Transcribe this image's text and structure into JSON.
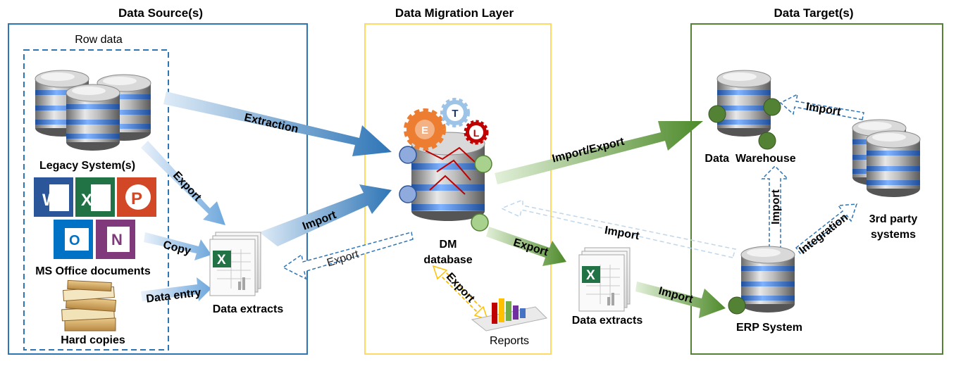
{
  "sections": {
    "source": "Data Source(s)",
    "migration": "Data Migration Layer",
    "target": "Data Target(s)"
  },
  "source": {
    "raw_group": "Row data",
    "legacy": "Legacy System(s)",
    "office": "MS Office documents",
    "hard_copies": "Hard copies",
    "extracts": "Data extracts",
    "office_icons": [
      "W",
      "X",
      "P",
      "O",
      "N"
    ]
  },
  "migration": {
    "db_line1": "DM",
    "db_line2": "database",
    "reports": "Reports",
    "etl": [
      "E",
      "T",
      "L"
    ]
  },
  "target": {
    "warehouse": "Data  Warehouse",
    "third_party_line1": "3rd party",
    "third_party_line2": "systems",
    "erp": "ERP System",
    "extracts": "Data extracts"
  },
  "arrows": {
    "extraction": "Extraction",
    "export_legacy": "Export",
    "import_dm": "Import",
    "copy": "Copy",
    "data_entry": "Data entry",
    "export_back": "Export",
    "export_reports": "Export",
    "import_export": "Import/Export",
    "export_extracts": "Export",
    "import_erp": "Import",
    "import_dashed": "Import",
    "import_warehouse": "Import",
    "import_vertical": "Import",
    "integration": "Integration"
  },
  "colors": {
    "source_border": "#2e75b6",
    "migration_border": "#ffd966",
    "target_border": "#548235",
    "blue_arrow": "#2e75b6",
    "green_arrow": "#70ad47",
    "word": "#2b579a",
    "excel": "#217346",
    "powerpoint": "#d24726",
    "outlook": "#0072c6",
    "onenote": "#80397b",
    "etl_e": "#ed7d31",
    "etl_t": "#9dc3e6",
    "etl_l": "#c00000"
  }
}
